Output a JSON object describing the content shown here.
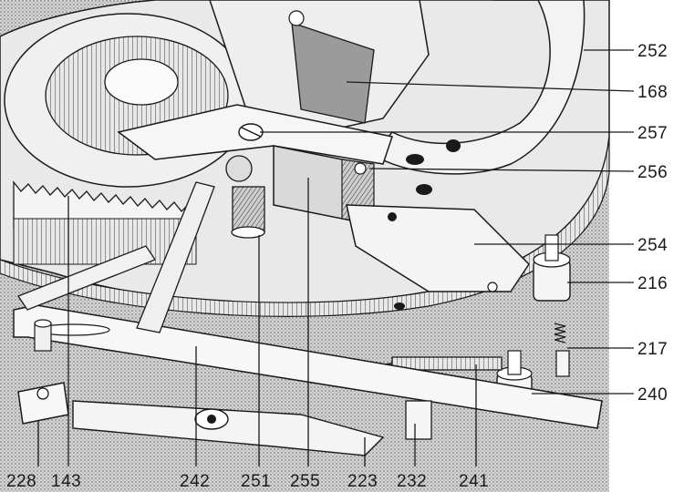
{
  "labels": {
    "right": [
      "252",
      "168",
      "257",
      "256",
      "254",
      "216",
      "217",
      "240"
    ],
    "bottom": [
      "228",
      "143",
      "242",
      "251",
      "255",
      "223",
      "232",
      "241"
    ]
  },
  "colors": {
    "ink": "#1a1a1a",
    "stipple": "#9a9a9a",
    "metal": "#f2f2f2",
    "shade": "#6f6f6f"
  }
}
